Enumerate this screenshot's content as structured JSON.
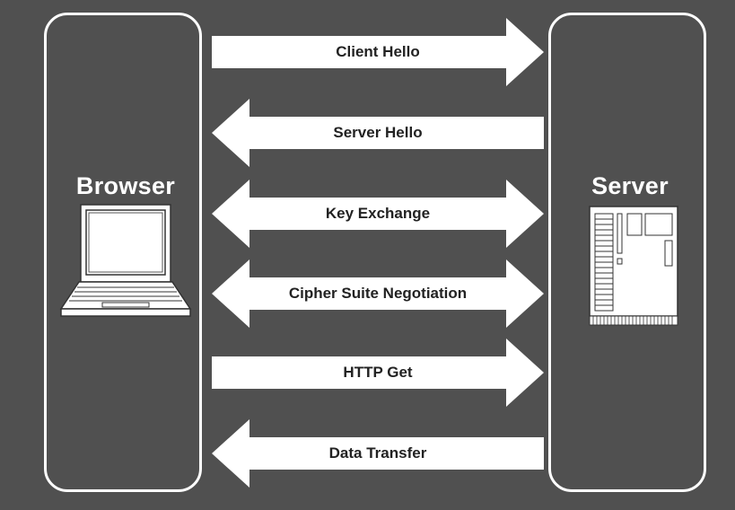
{
  "browser": {
    "label": "Browser",
    "icon": "laptop-icon"
  },
  "server": {
    "label": "Server",
    "icon": "server-board-icon"
  },
  "messages": [
    {
      "label": "Client Hello",
      "direction": "right"
    },
    {
      "label": "Server Hello",
      "direction": "left"
    },
    {
      "label": "Key Exchange",
      "direction": "both"
    },
    {
      "label": "Cipher Suite Negotiation",
      "direction": "both"
    },
    {
      "label": "HTTP Get",
      "direction": "right"
    },
    {
      "label": "Data Transfer",
      "direction": "left"
    }
  ],
  "colors": {
    "background": "#505050",
    "foreground": "#ffffff",
    "label_text": "#222222"
  }
}
